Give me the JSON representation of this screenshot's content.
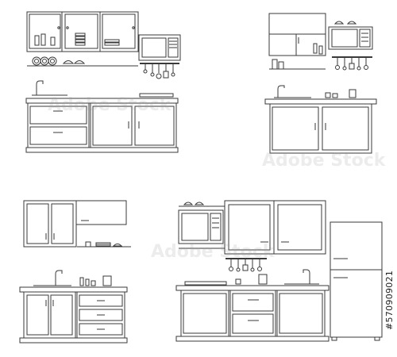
{
  "image": {
    "stock_id": "#570909021",
    "watermark": "Adobe Stock"
  },
  "scenes": [
    {
      "name": "kitchen-top-left"
    },
    {
      "name": "kitchen-top-right"
    },
    {
      "name": "kitchen-bottom-left"
    },
    {
      "name": "kitchen-bottom-right"
    }
  ],
  "colors": {
    "line": "#3a3a3a",
    "fill": "#ffffff"
  }
}
